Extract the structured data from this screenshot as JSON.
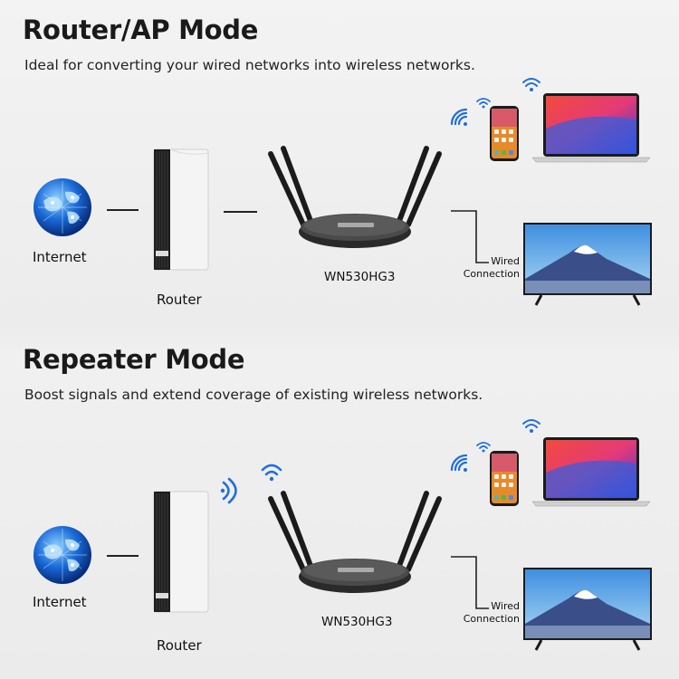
{
  "sections": [
    {
      "title": "Router/AP Mode",
      "subtitle": "Ideal for converting your wired networks into wireless networks.",
      "internet_label": "Internet",
      "router_label": "Router",
      "device_label": "WN530HG3",
      "wired_line1": "Wired",
      "wired_line2": "Connection"
    },
    {
      "title": "Repeater Mode",
      "subtitle": "Boost signals and extend coverage of existing wireless networks.",
      "internet_label": "Internet",
      "router_label": "Router",
      "device_label": "WN530HG3",
      "wired_line1": "Wired",
      "wired_line2": "Connection"
    }
  ],
  "colors": {
    "wifi": "#1f6fd8",
    "globe": "#1a5fd0",
    "router_body": "#f4f4f4",
    "antenna": "#1b1b1b"
  },
  "icons": [
    "globe-icon",
    "wifi-icon",
    "router-icon",
    "phone-icon",
    "laptop-icon",
    "tv-icon"
  ]
}
